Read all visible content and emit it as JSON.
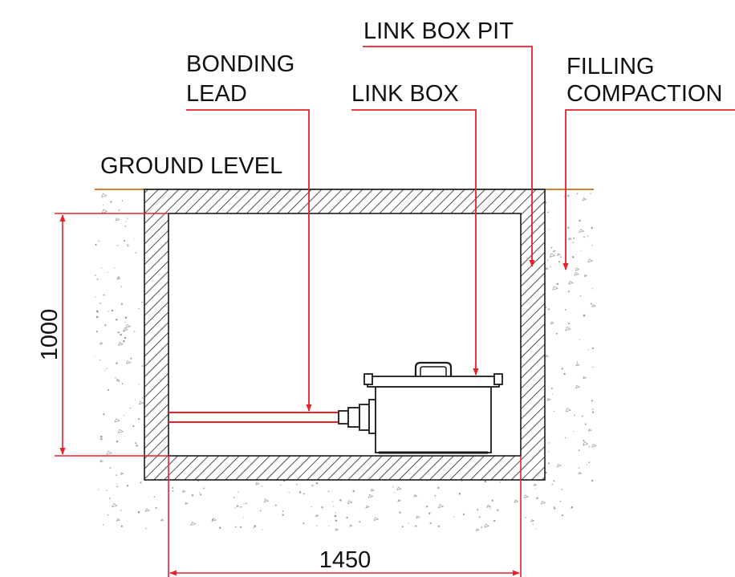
{
  "labels": {
    "link_box_pit": "LINK BOX PIT",
    "bonding_lead_line1": "BONDING",
    "bonding_lead_line2": "LEAD",
    "link_box": "LINK BOX",
    "filling_line1": "FILLING",
    "filling_line2": "COMPACTION",
    "ground_level": "GROUND LEVEL"
  },
  "dimensions": {
    "height": "1000",
    "width": "1450"
  },
  "colors": {
    "leader": "#e8202a",
    "ground_line": "#c8803a",
    "outline": "#1a1a1a",
    "soil_speckle": "#9a9a9a"
  }
}
